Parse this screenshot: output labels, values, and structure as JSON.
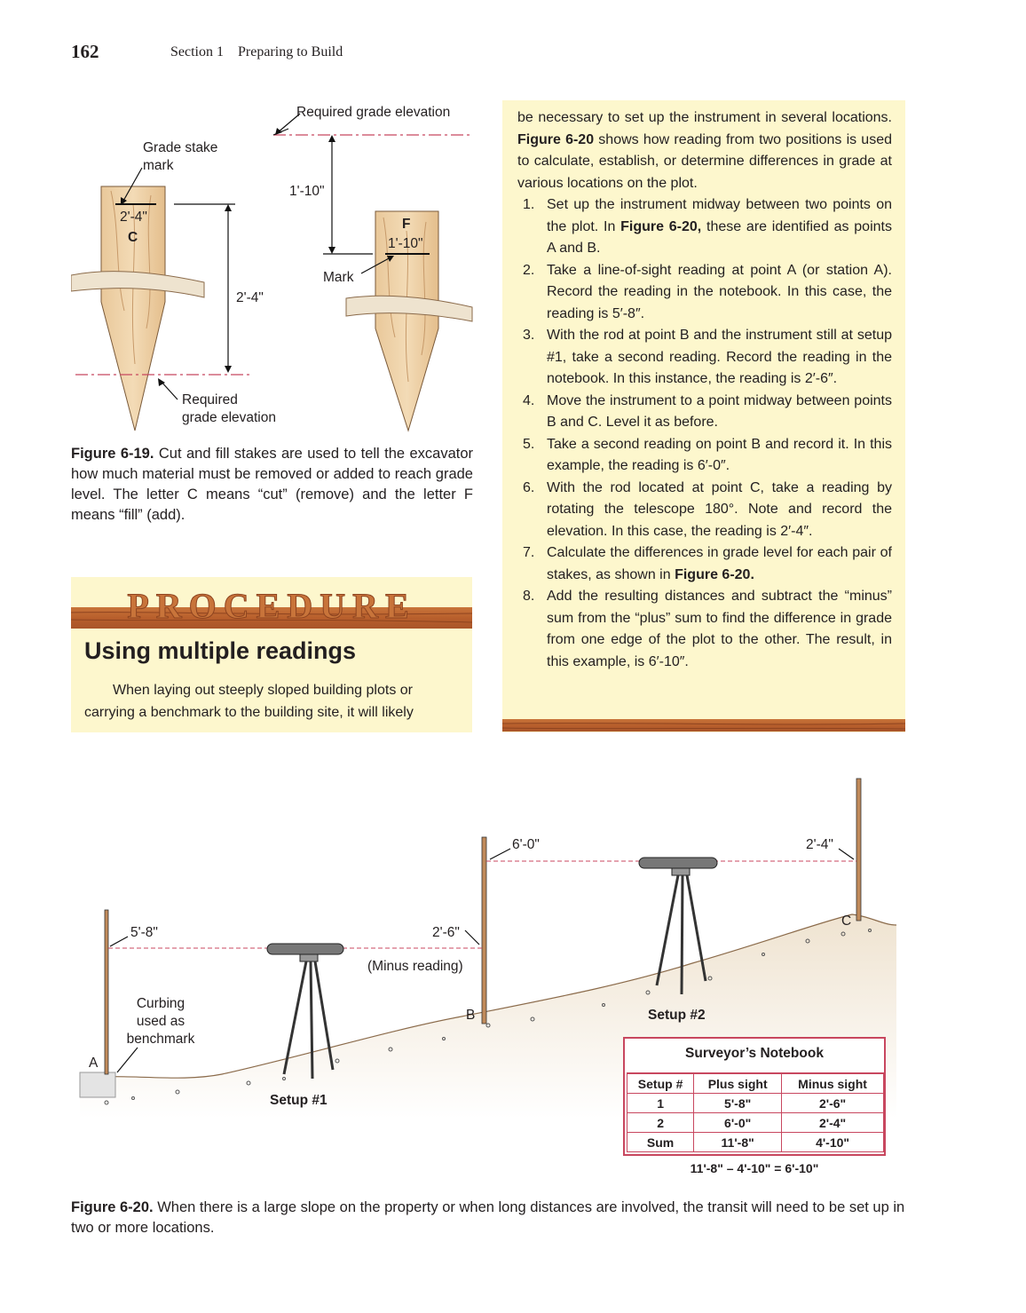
{
  "header": {
    "page_number": "162",
    "running_head": "Section 1    Preparing to Build"
  },
  "fig19": {
    "labels": {
      "required_grade_top": "Required grade elevation",
      "grade_stake_mark": "Grade stake\nmark",
      "cut_dim": "2'-4\"",
      "cut_letter": "C",
      "cut_height": "2'-4\"",
      "fill_top_dim": "1'-10\"",
      "fill_letter": "F",
      "fill_dim": "1'-10\"",
      "mark": "Mark",
      "required_grade_bottom": "Required\ngrade elevation"
    },
    "caption_bold": "Figure 6-19.",
    "caption_text": "Cut and fill stakes are used to tell the excavator how much material must be removed or added to reach grade level. The letter C means “cut” (remove) and the letter F means “fill” (add)."
  },
  "procedure": {
    "banner": "PROCEDURE",
    "title": "Using multiple readings",
    "intro": "When laying out steeply sloped building plots or carrying a benchmark to the building site, it will likely"
  },
  "right_column": {
    "continuation_pre": "be necessary to set up the instrument in several locations. ",
    "continuation_bold": "Figure 6-20",
    "continuation_post": " shows how reading from two positions is used to calculate, establish, or determine differences in grade at various locations on the plot.",
    "steps": [
      {
        "n": "1.",
        "pre": "Set up the instrument midway between two points on the plot. In ",
        "bold": "Figure 6-20,",
        "post": " these are identified as points A and B."
      },
      {
        "n": "2.",
        "pre": "Take a line-of-sight reading at point A (or station A). Record the reading in the notebook. In this case, the reading is 5′-8″.",
        "bold": "",
        "post": ""
      },
      {
        "n": "3.",
        "pre": "With the rod at point B and the instrument still at setup #1, take a second reading. Record the reading in the notebook. In this instance, the reading is 2′-6″.",
        "bold": "",
        "post": ""
      },
      {
        "n": "4.",
        "pre": "Move the instrument to a point midway between points B and C. Level it as before.",
        "bold": "",
        "post": ""
      },
      {
        "n": "5.",
        "pre": "Take a second reading on point B and record it. In this example, the reading is 6′-0″.",
        "bold": "",
        "post": ""
      },
      {
        "n": "6.",
        "pre": "With the rod located at point C, take a reading by rotating the telescope 180°. Note and record the elevation. In this case, the reading is 2′-4″.",
        "bold": "",
        "post": ""
      },
      {
        "n": "7.",
        "pre": "Calculate the differences in grade level for each pair of stakes, as shown in ",
        "bold": "Figure 6-20.",
        "post": ""
      },
      {
        "n": "8.",
        "pre": "Add the resulting distances and subtract the “minus” sum from the “plus” sum to find the difference in grade from one edge of the plot to the other. The result, in this example, is 6′-10″.",
        "bold": "",
        "post": ""
      }
    ]
  },
  "fig20": {
    "labels": {
      "a_reading": "5'-8\"",
      "b_minus": "2'-6\"",
      "minus_reading": "(Minus reading)",
      "b_plus": "6'-0\"",
      "c_reading": "2'-4\"",
      "curbing": "Curbing\nused as\nbenchmark",
      "point_a": "A",
      "point_b": "B",
      "point_c": "C",
      "setup1": "Setup #1",
      "setup2": "Setup #2"
    },
    "notebook": {
      "title": "Surveyor’s Notebook",
      "headers": [
        "Setup #",
        "Plus sight",
        "Minus sight"
      ],
      "rows": [
        [
          "1",
          "5'-8\"",
          "2'-6\""
        ],
        [
          "2",
          "6'-0\"",
          "2'-4\""
        ],
        [
          "Sum",
          "11'-8\"",
          "4'-10\""
        ]
      ],
      "equation": "11'-8\" – 4'-10\" = 6'-10\""
    },
    "caption_bold": "Figure 6-20.",
    "caption_text": " When there is a large slope on the property or when long distances are involved, the transit will need to be set up in two or more locations."
  }
}
